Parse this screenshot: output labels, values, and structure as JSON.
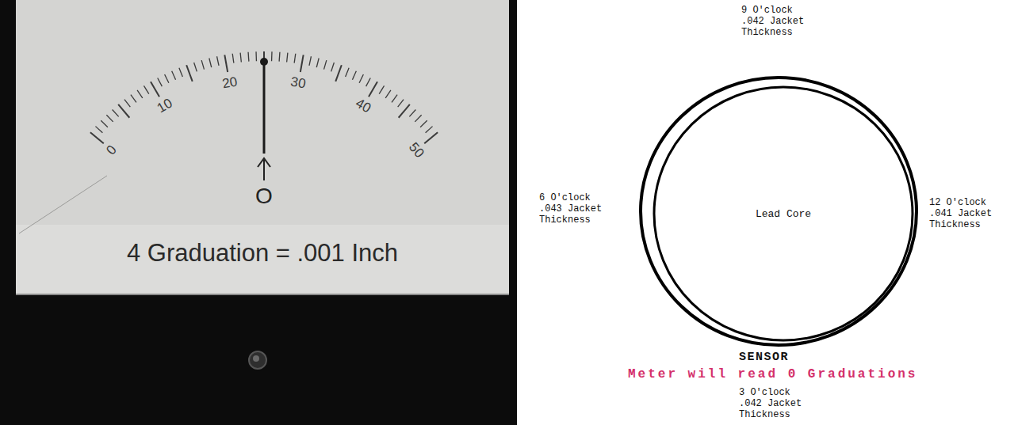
{
  "diagram": {
    "nodes": [
      {
        "text": [
          "Lead Core"
        ]
      }
    ],
    "labels": [
      "0",
      "10",
      "20",
      "30",
      "40",
      "50",
      "O",
      "4 Graduation = .001 Inch",
      "9 O'clock .042 Jacket Thickness",
      "6 O'clock .043 Jacket Thickness",
      "12 O'clock .041 Jacket Thickness",
      "SENSOR",
      "Meter will read 0 Graduations",
      "3 O'clock .042 Jacket Thickness"
    ]
  }
}
